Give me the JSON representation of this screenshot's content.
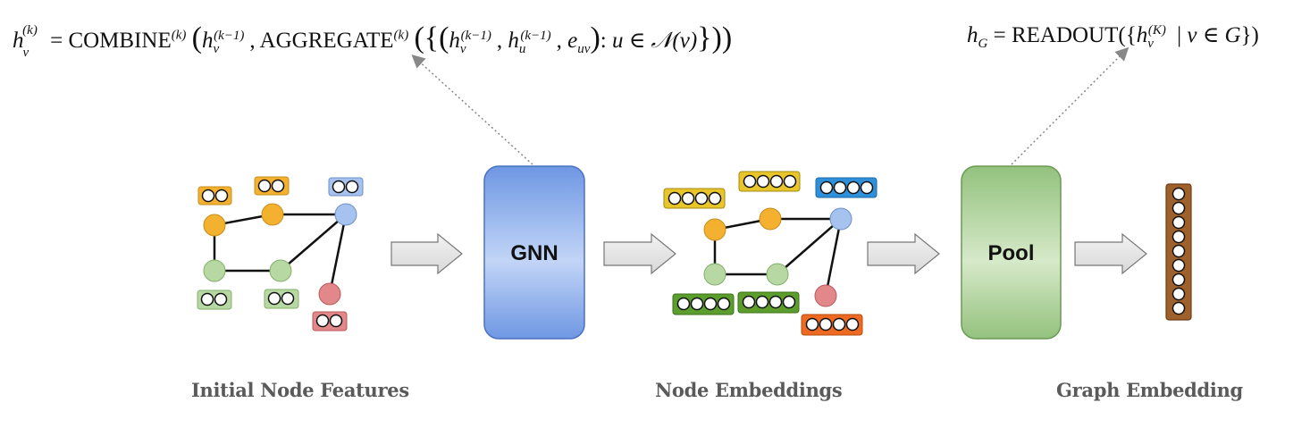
{
  "formulas": {
    "node_update": {
      "lhs": "h",
      "lhs_sub": "v",
      "lhs_sup": "(k)",
      "combine": "COMBINE",
      "combine_sup": "(k)",
      "h_v": "h",
      "h_v_sub": "v",
      "h_v_sup": "(k−1)",
      "aggregate": "AGGREGATE",
      "aggregate_sup": "(k)",
      "h_u": "h",
      "h_u_sub": "u",
      "h_u_sup": "(k−1)",
      "e_uv": "e",
      "e_uv_sub": "uv",
      "neighborhood": "u ∈ 𝒩(v)"
    },
    "readout": {
      "lhs": "h",
      "lhs_sub": "G",
      "readout": "READOUT",
      "h": "h",
      "h_sub": "v",
      "h_sup": "(K)",
      "cond": "v ∈ G"
    }
  },
  "boxes": {
    "gnn": {
      "label": "GNN"
    },
    "pool": {
      "label": "Pool"
    }
  },
  "captions": {
    "initial": "Initial Node Features",
    "node_emb": "Node Embeddings",
    "graph_emb": "Graph Embedding"
  },
  "colors": {
    "orange": "#f4b12f",
    "blue": "#a6c2ee",
    "green": "#b7d8a3",
    "red": "#e2888a",
    "gnn_box": "#6f9be6",
    "pool_box": "#9dc88a",
    "graph_vec": "#a0602b"
  }
}
